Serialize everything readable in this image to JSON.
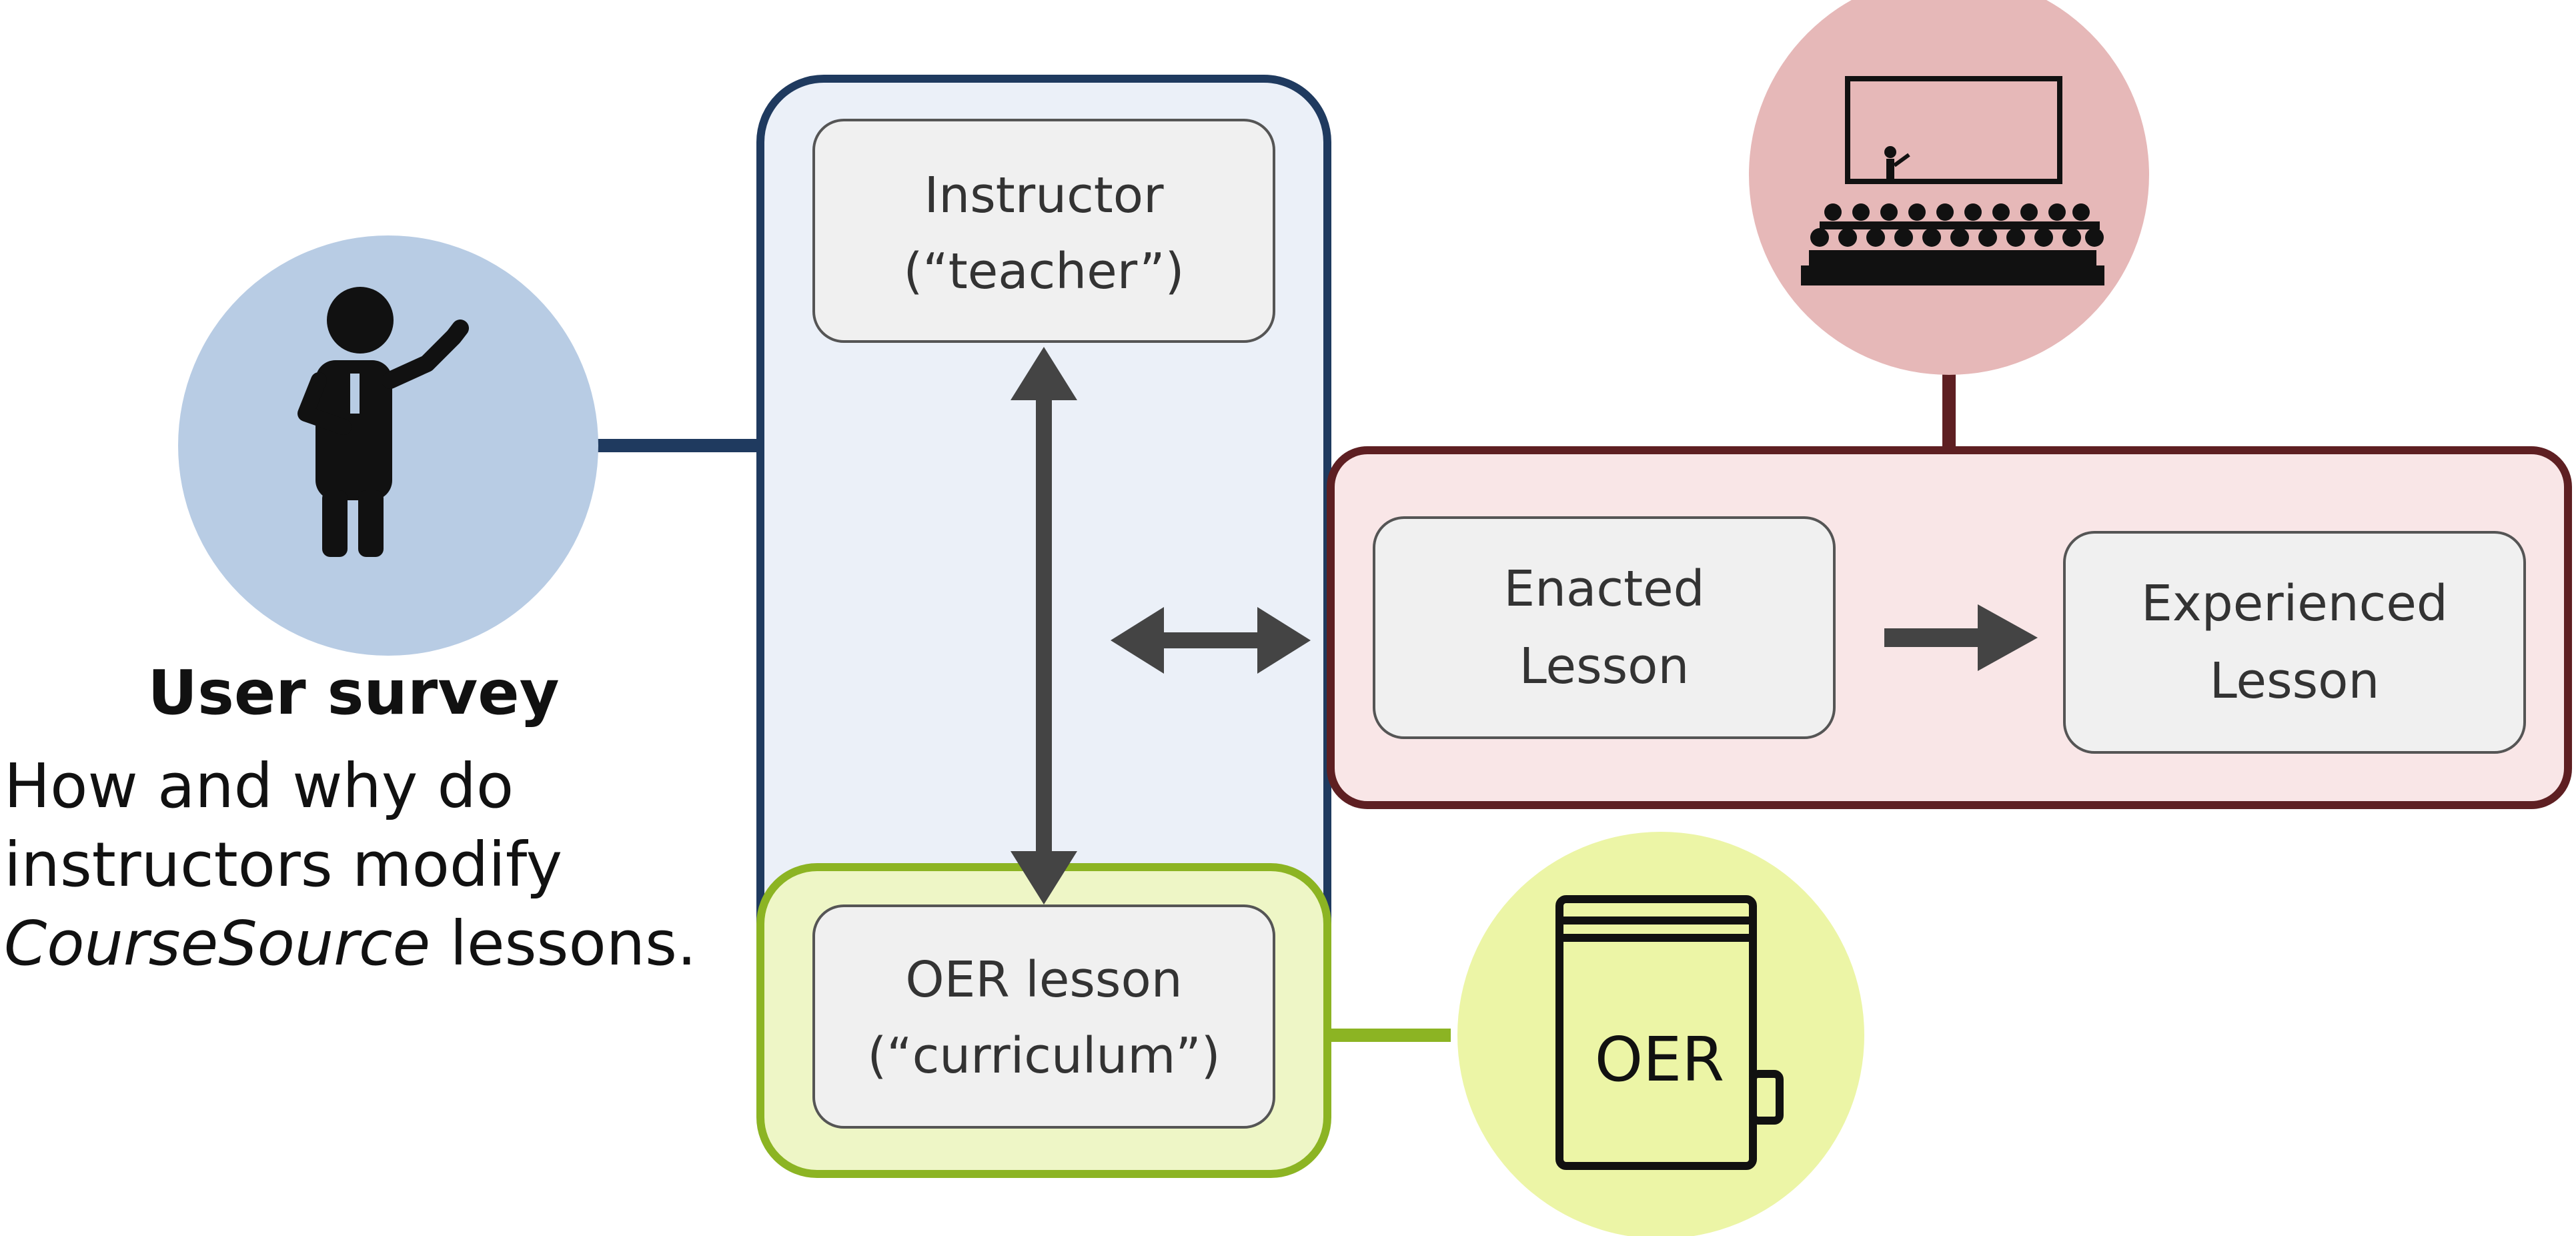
{
  "survey": {
    "title": "User survey",
    "line1": "How and why do",
    "line2": "instructors modify",
    "line3_italic": "CourseSource",
    "line3_rest": " lessons."
  },
  "boxes": {
    "instructor": [
      "Instructor",
      "(“teacher”)"
    ],
    "oer_lesson": [
      "OER lesson",
      "(“curriculum”)"
    ],
    "enacted": [
      "Enacted",
      "Lesson"
    ],
    "experienced": [
      "Experienced",
      "Lesson"
    ]
  },
  "book_label": "OER",
  "colors": {
    "instructor_panel_fill": "#ebf0f8",
    "instructor_panel_stroke": "#1f3a5f",
    "enactment_panel_fill": "#f9e6e7",
    "enactment_panel_stroke": "#5e1f22",
    "oer_panel_fill": "#eef6c6",
    "oer_panel_stroke": "#8cb423",
    "inner_box_fill": "#f0f0f0",
    "inner_box_stroke": "#555555",
    "survey_circle": "#b8cce4",
    "classroom_circle": "#e6b8b8",
    "book_circle": "#ecf5a6",
    "arrow": "#444444"
  },
  "icons": [
    "presenter-icon",
    "classroom-icon",
    "book-icon"
  ]
}
